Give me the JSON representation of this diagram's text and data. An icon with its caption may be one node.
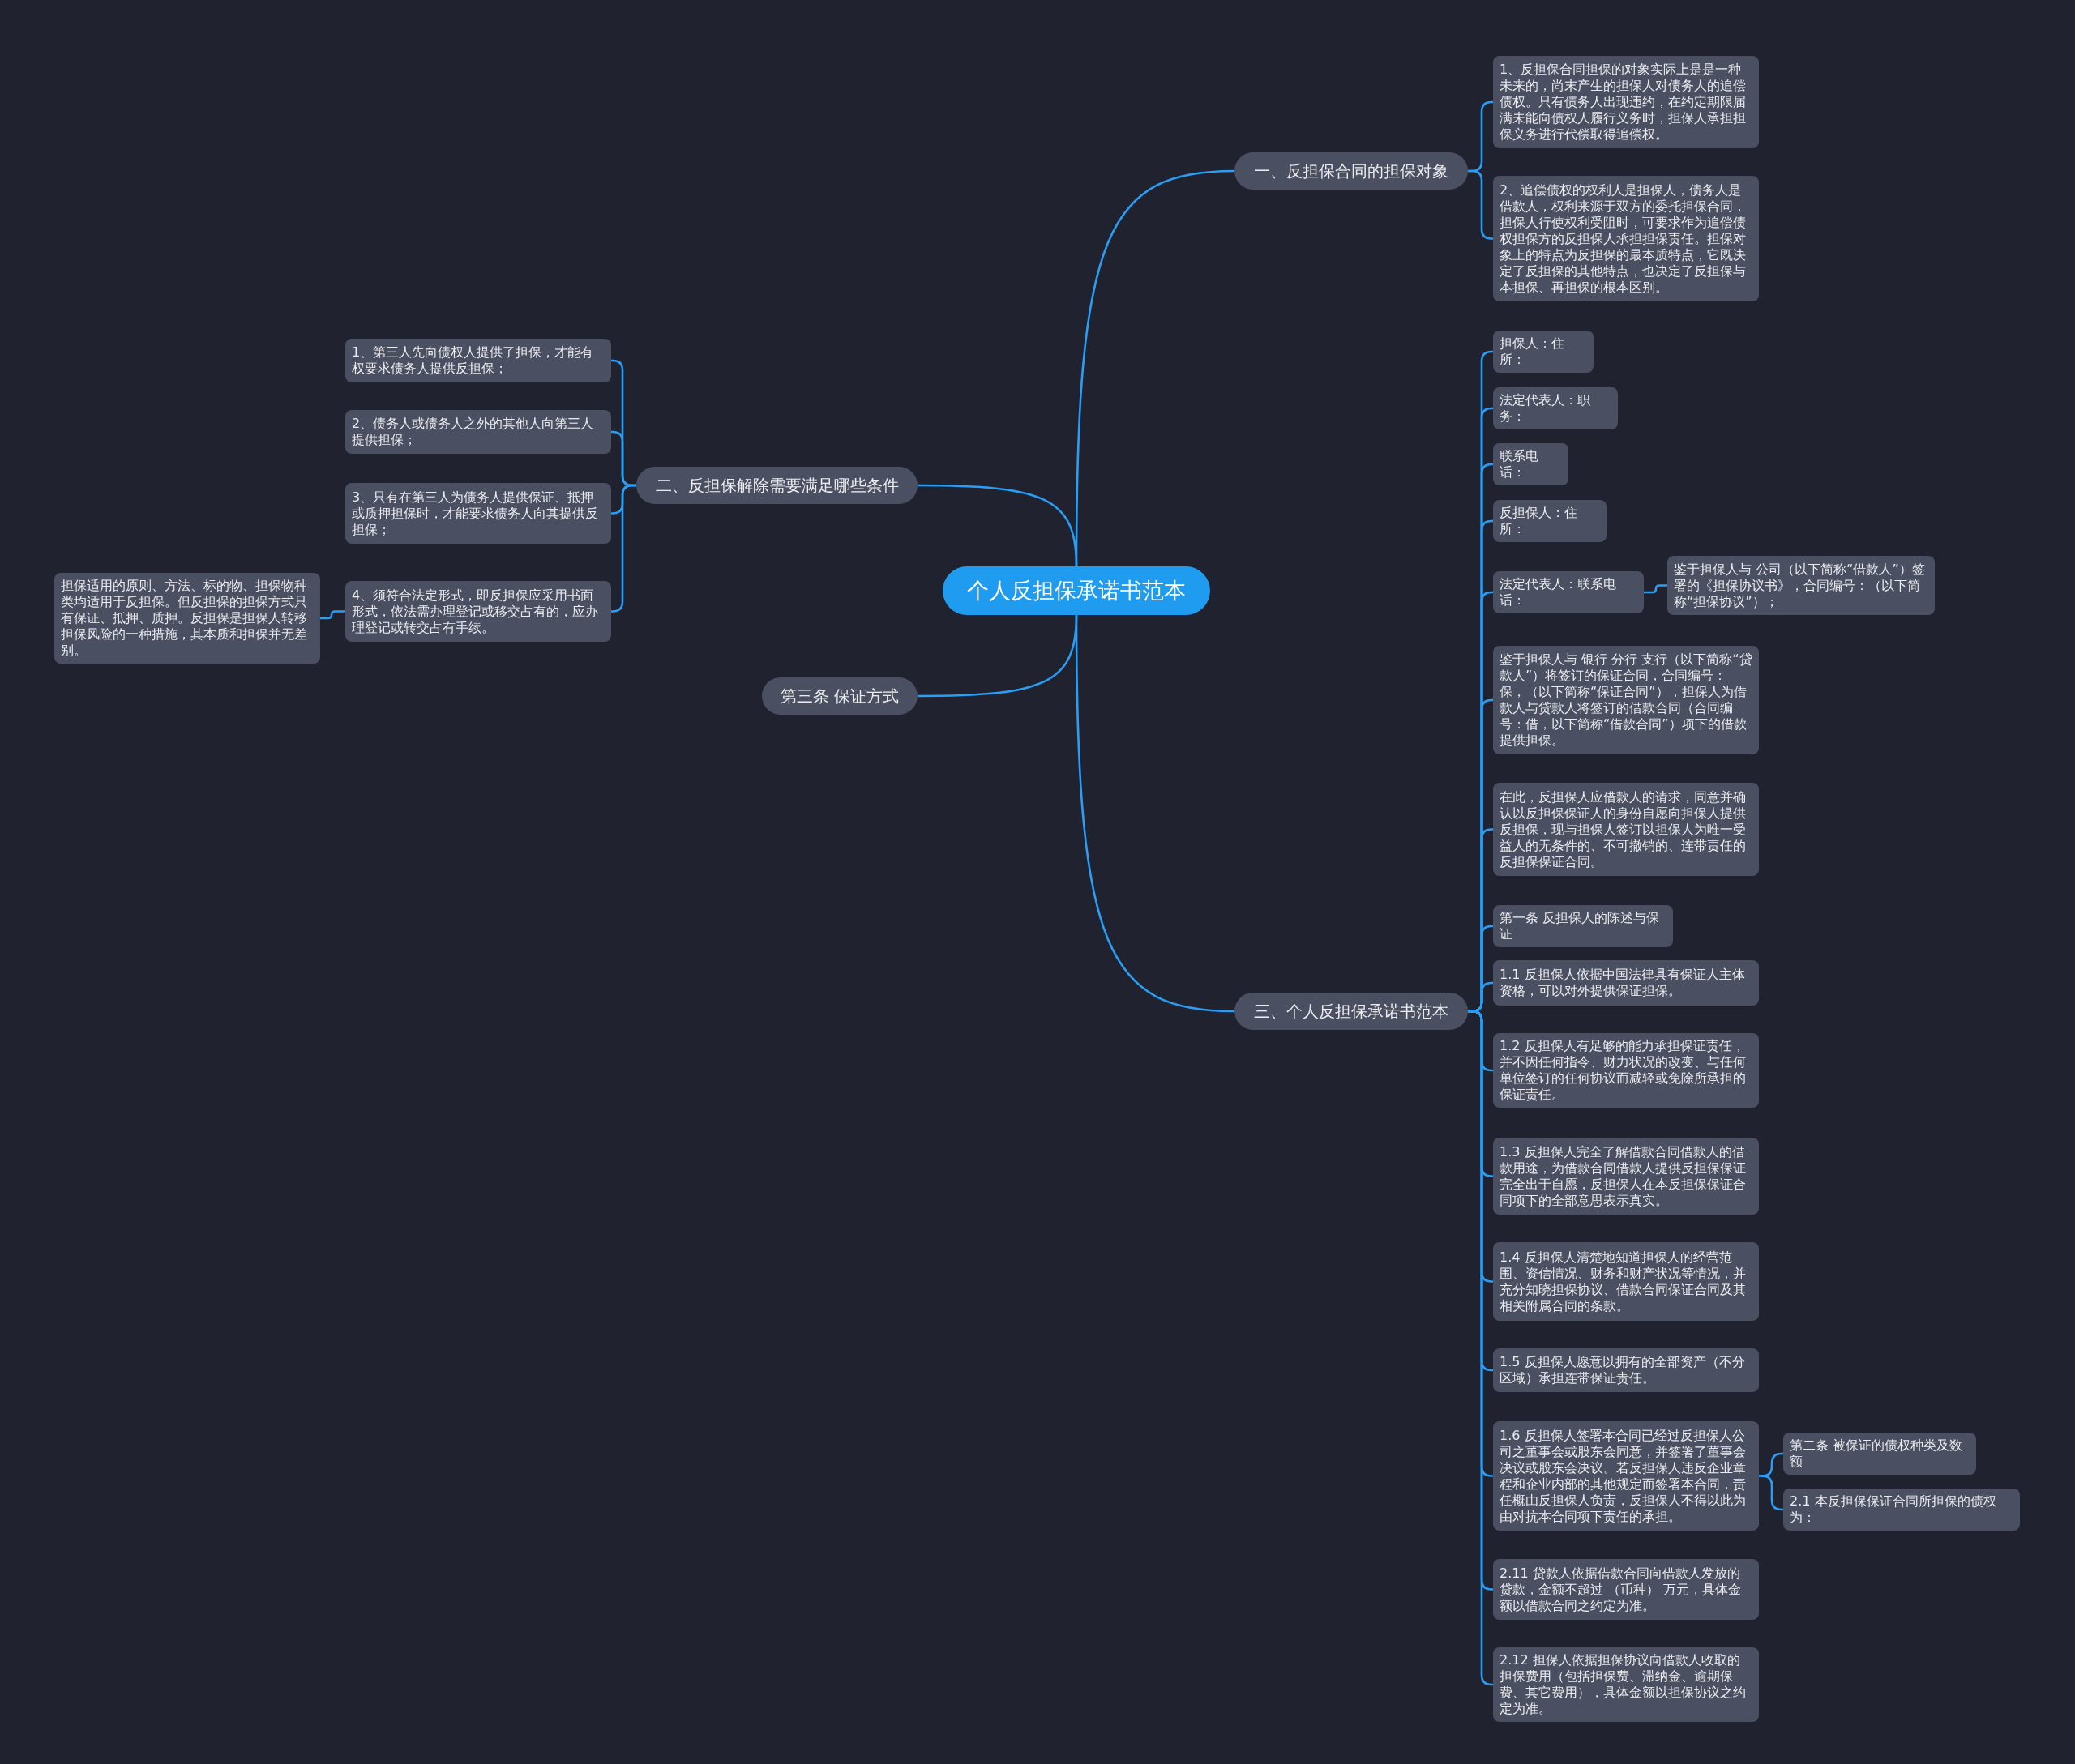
{
  "diagram": {
    "nodes": [
      {
        "text": [
          "个人反担保承诺书范本"
        ]
      },
      {
        "text": [
          "一、反担保合同的担保对象"
        ]
      },
      {
        "text": [
          "1、反担保合同担保的对象实际上是是一种未来的，尚末产生的担保人对债务人的追偿债权。只有债务人出现违约，在约定期限届满未能向债权人履行义务时，担保人承担担保义务进行代偿取得追偿权。"
        ]
      },
      {
        "text": [
          "2、追偿债权的权利人是担保人，债务人是借款人，权利来源于双方的委托担保合同，担保人行使权利受阻时，可要求作为追偿债权担保方的反担保人承担担保责任。担保对象上的特点为反担保的最本质特点，它既决定了反担保的其他特点，也决定了反担保与本担保、再担保的根本区别。"
        ]
      },
      {
        "text": [
          "二、反担保解除需要满足哪些条件"
        ]
      },
      {
        "text": [
          "1、第三人先向债权人提供了担保，才能有权要求债务人提供反担保；"
        ]
      },
      {
        "text": [
          "2、债务人或债务人之外的其他人向第三人提供担保；"
        ]
      },
      {
        "text": [
          "3、只有在第三人为债务人提供保证、抵押或质押担保时，才能要求债务人向其提供反担保；"
        ]
      },
      {
        "text": [
          "4、须符合法定形式，即反担保应采用书面形式，依法需办理登记或移交占有的，应办理登记或转交占有手续。"
        ]
      },
      {
        "text": [
          "担保适用的原则、方法、标的物、担保物种类均适用于反担保。但反担保的担保方式只有保证、抵押、质押。反担保是担保人转移担保风险的一种措施，其本质和担保并无差别。"
        ]
      },
      {
        "text": [
          "第三条 保证方式"
        ]
      },
      {
        "text": [
          "三、个人反担保承诺书范本"
        ]
      },
      {
        "text": [
          "担保人：住所："
        ]
      },
      {
        "text": [
          "法定代表人：职务："
        ]
      },
      {
        "text": [
          "联系电话："
        ]
      },
      {
        "text": [
          "反担保人：住所："
        ]
      },
      {
        "text": [
          "法定代表人：联系电话："
        ]
      },
      {
        "text": [
          "鉴于担保人与 公司（以下简称“借款人”）签署的《担保协议书》，合同编号：（以下简称“担保协议”）；"
        ]
      },
      {
        "text": [
          "鉴于担保人与 银行 分行 支行（以下简称“贷款人”）将签订的保证合同，合同编号：保，（以下简称“保证合同”），担保人为借款人与贷款人将签订的借款合同（合同编号：借，以下简称“借款合同”）项下的借款提供担保。"
        ]
      },
      {
        "text": [
          "在此，反担保人应借款人的请求，同意并确认以反担保保证人的身份自愿向担保人提供反担保，现与担保人签订以担保人为唯一受益人的无条件的、不可撤销的、连带责任的反担保保证合同。"
        ]
      },
      {
        "text": [
          "第一条 反担保人的陈述与保证"
        ]
      },
      {
        "text": [
          "1.1 反担保人依据中国法律具有保证人主体资格，可以对外提供保证担保。"
        ]
      },
      {
        "text": [
          "1.2 反担保人有足够的能力承担保证责任，并不因任何指令、财力状况的改变、与任何单位签订的任何协议而减轻或免除所承担的保证责任。"
        ]
      },
      {
        "text": [
          "1.3 反担保人完全了解借款合同借款人的借款用途，为借款合同借款人提供反担保保证完全出于自愿，反担保人在本反担保保证合同项下的全部意思表示真实。"
        ]
      },
      {
        "text": [
          "1.4 反担保人清楚地知道担保人的经营范围、资信情况、财务和财产状况等情况，并充分知晓担保协议、借款合同保证合同及其相关附属合同的条款。"
        ]
      },
      {
        "text": [
          "1.5 反担保人愿意以拥有的全部资产（不分区域）承担连带保证责任。"
        ]
      },
      {
        "text": [
          "1.6 反担保人签署本合同已经过反担保人公司之董事会或股东会同意，并签署了董事会决议或股东会决议。若反担保人违反企业章程和企业内部的其他规定而签署本合同，责任概由反担保人负责，反担保人不得以此为由对抗本合同项下责任的承担。"
        ]
      },
      {
        "text": [
          "第二条 被保证的债权种类及数额"
        ]
      },
      {
        "text": [
          "2.1 本反担保保证合同所担保的债权为："
        ]
      },
      {
        "text": [
          "2.11 贷款人依据借款合同向借款人发放的贷款，金额不超过 （币种） 万元，具体金额以借款合同之约定为准。"
        ]
      },
      {
        "text": [
          "2.12 担保人依据担保协议向借款人收取的担保费用（包括担保费、滞纳金、逾期保费、其它费用），具体金额以担保协议之约定为准。"
        ]
      }
    ],
    "edges": [
      {
        "from": 0,
        "to": 1,
        "arrow": "none"
      },
      {
        "from": 1,
        "to": 2,
        "arrow": "none"
      },
      {
        "from": 1,
        "to": 3,
        "arrow": "none"
      },
      {
        "from": 0,
        "to": 4,
        "arrow": "none"
      },
      {
        "from": 4,
        "to": 5,
        "arrow": "none"
      },
      {
        "from": 4,
        "to": 6,
        "arrow": "none"
      },
      {
        "from": 4,
        "to": 7,
        "arrow": "none"
      },
      {
        "from": 4,
        "to": 8,
        "arrow": "none"
      },
      {
        "from": 8,
        "to": 9,
        "arrow": "none"
      },
      {
        "from": 0,
        "to": 10,
        "arrow": "none"
      },
      {
        "from": 0,
        "to": 11,
        "arrow": "none"
      },
      {
        "from": 11,
        "to": 12,
        "arrow": "none"
      },
      {
        "from": 11,
        "to": 13,
        "arrow": "none"
      },
      {
        "from": 11,
        "to": 14,
        "arrow": "none"
      },
      {
        "from": 11,
        "to": 15,
        "arrow": "none"
      },
      {
        "from": 11,
        "to": 16,
        "arrow": "none"
      },
      {
        "from": 16,
        "to": 17,
        "arrow": "none"
      },
      {
        "from": 11,
        "to": 18,
        "arrow": "none"
      },
      {
        "from": 11,
        "to": 19,
        "arrow": "none"
      },
      {
        "from": 11,
        "to": 20,
        "arrow": "none"
      },
      {
        "from": 11,
        "to": 21,
        "arrow": "none"
      },
      {
        "from": 11,
        "to": 22,
        "arrow": "none"
      },
      {
        "from": 11,
        "to": 23,
        "arrow": "none"
      },
      {
        "from": 11,
        "to": 24,
        "arrow": "none"
      },
      {
        "from": 11,
        "to": 25,
        "arrow": "none"
      },
      {
        "from": 11,
        "to": 26,
        "arrow": "none"
      },
      {
        "from": 26,
        "to": 27,
        "arrow": "none"
      },
      {
        "from": 26,
        "to": 28,
        "arrow": "none"
      },
      {
        "from": 11,
        "to": 29,
        "arrow": "none"
      },
      {
        "from": 11,
        "to": 30,
        "arrow": "none"
      }
    ]
  }
}
